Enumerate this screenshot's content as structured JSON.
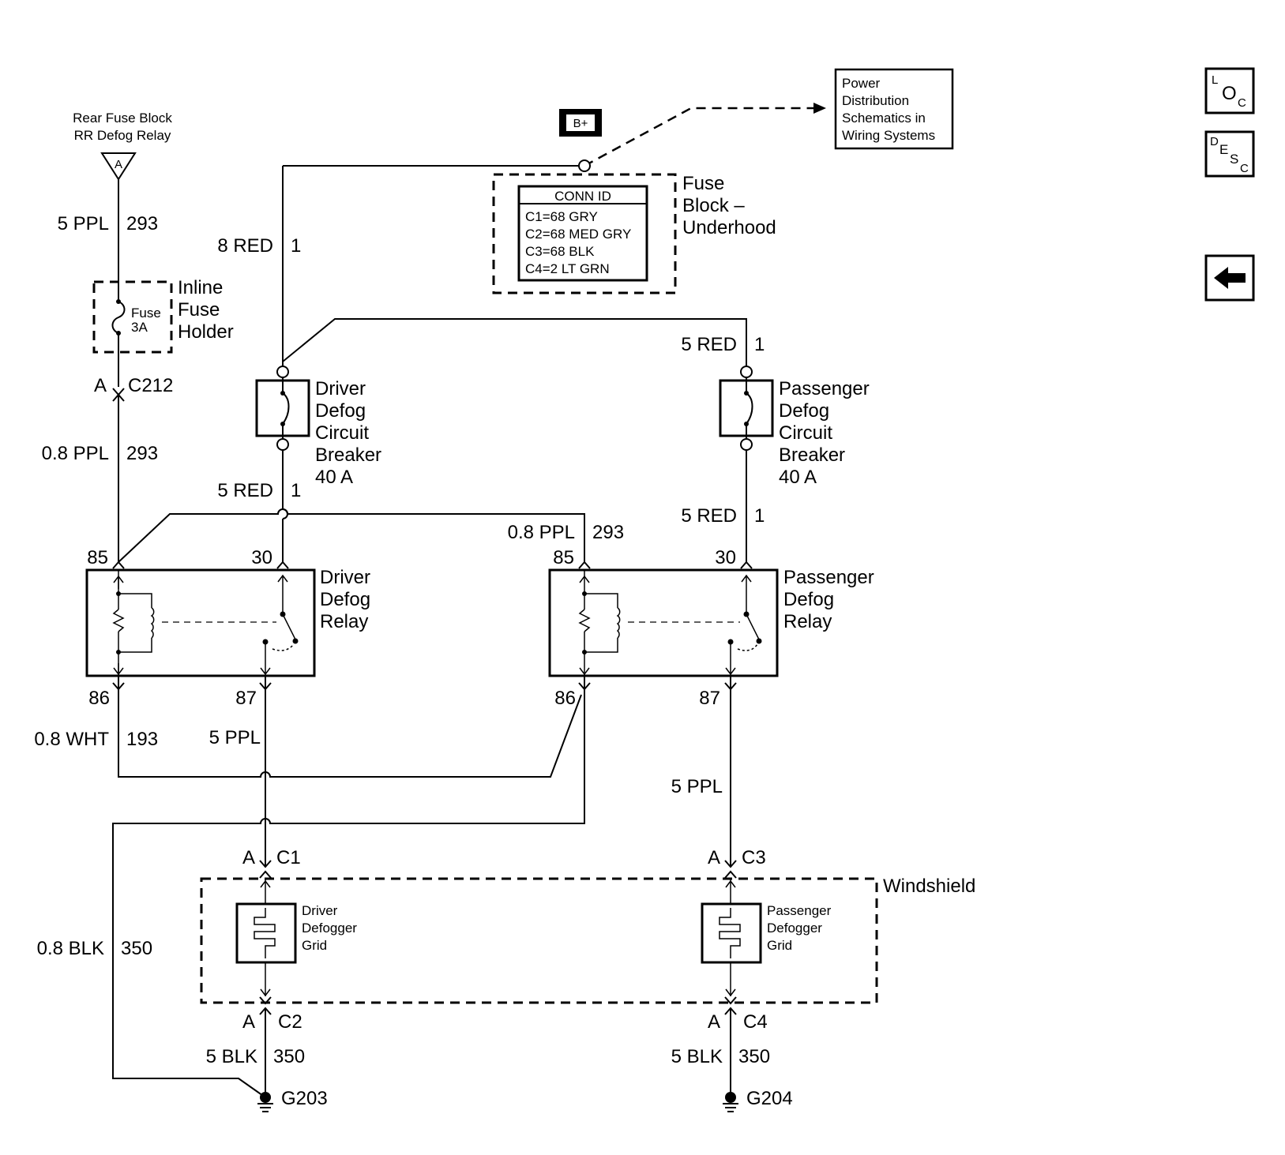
{
  "sources": {
    "rear_fuse_block": [
      "Rear Fuse Block",
      "RR Defog Relay"
    ],
    "rear_fuse_block_pin": "A",
    "b_plus": "B+",
    "power_distribution": [
      "Power",
      "Distribution",
      "Schematics in",
      "Wiring Systems"
    ]
  },
  "fuse_block_underhood": {
    "label": [
      "Fuse",
      "Block –",
      "Underhood"
    ],
    "conn_id_title": "CONN ID",
    "conn_ids": [
      "C1=68 GRY",
      "C2=68 MED GRY",
      "C3=68 BLK",
      "C4=2 LT GRN"
    ]
  },
  "inline_fuse": {
    "label": [
      "Inline",
      "Fuse",
      "Holder"
    ],
    "fuse_name": "Fuse",
    "rating": "3A"
  },
  "connectors": {
    "c212_pin": "A",
    "c212": "C212",
    "c1_pin": "A",
    "c1": "C1",
    "c2_pin": "A",
    "c2": "C2",
    "c3_pin": "A",
    "c3": "C3",
    "c4_pin": "A",
    "c4": "C4"
  },
  "wires": {
    "w_5ppl_293": [
      "5 PPL",
      "293"
    ],
    "w_08ppl_293_left": [
      "0.8 PPL",
      "293"
    ],
    "w_8red_1": [
      "8 RED",
      "1"
    ],
    "w_5red_1_driver": [
      "5 RED",
      "1"
    ],
    "w_5red_1_pass_top": [
      "5 RED",
      "1"
    ],
    "w_5red_1_pass_bot": [
      "5 RED",
      "1"
    ],
    "w_08ppl_293_right": [
      "0.8 PPL",
      "293"
    ],
    "w_08wht_193": [
      "0.8 WHT",
      "193"
    ],
    "w_5ppl_driver": "5 PPL",
    "w_5ppl_pass": "5 PPL",
    "w_08blk_350": [
      "0.8 BLK",
      "350"
    ],
    "w_5blk_350_driver": [
      "5 BLK",
      "350"
    ],
    "w_5blk_350_pass": [
      "5 BLK",
      "350"
    ]
  },
  "circuit_breakers": {
    "driver": [
      "Driver",
      "Defog",
      "Circuit",
      "Breaker",
      "40 A"
    ],
    "passenger": [
      "Passenger",
      "Defog",
      "Circuit",
      "Breaker",
      "40 A"
    ]
  },
  "relays": {
    "driver": {
      "label": [
        "Driver",
        "Defog",
        "Relay"
      ],
      "pins": {
        "p85": "85",
        "p30": "30",
        "p86": "86",
        "p87": "87"
      }
    },
    "passenger": {
      "label": [
        "Passenger",
        "Defog",
        "Relay"
      ],
      "pins": {
        "p85": "85",
        "p30": "30",
        "p86": "86",
        "p87": "87"
      }
    }
  },
  "windshield": {
    "label": "Windshield",
    "driver_grid": [
      "Driver",
      "Defogger",
      "Grid"
    ],
    "passenger_grid": [
      "Passenger",
      "Defogger",
      "Grid"
    ]
  },
  "grounds": {
    "driver": "G203",
    "passenger": "G204"
  },
  "nav": {
    "loc": [
      "L",
      "O",
      "C"
    ],
    "desc": [
      "D",
      "E",
      "S",
      "C"
    ],
    "back_icon": "left-arrow-icon"
  }
}
